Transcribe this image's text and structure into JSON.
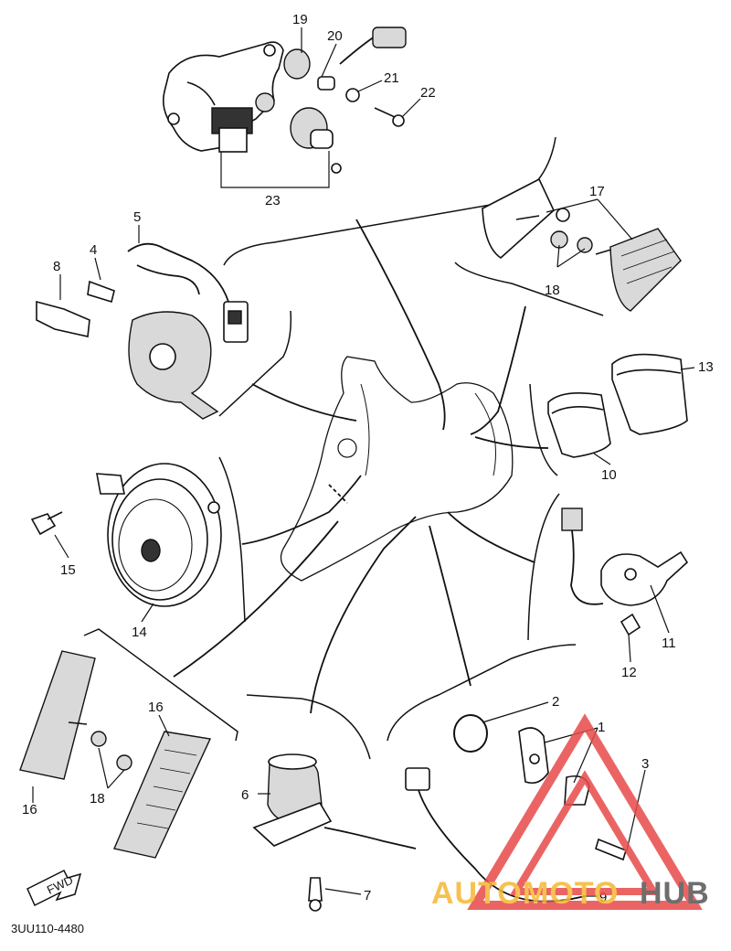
{
  "diagram_code": "3UU110-4480",
  "direction_label": "FWD",
  "watermark": {
    "text_part1": "AUTO",
    "text_part2": "MOTO",
    "text_part3": "HUB",
    "color_part1": "#f5b731",
    "color_part2": "#f5b731",
    "color_part3": "#555555",
    "triangle_color": "#e84a4a"
  },
  "callouts": {
    "c1": "1",
    "c2": "2",
    "c3": "3",
    "c4": "4",
    "c5": "5",
    "c6": "6",
    "c7": "7",
    "c8": "8",
    "c9": "9",
    "c10": "10",
    "c11": "11",
    "c12": "12",
    "c13": "13",
    "c14": "14",
    "c15": "15",
    "c16": "16",
    "c16b": "16",
    "c17": "17",
    "c18a": "18",
    "c18b": "18",
    "c19": "19",
    "c20": "20",
    "c21": "21",
    "c22": "22",
    "c23": "23"
  }
}
